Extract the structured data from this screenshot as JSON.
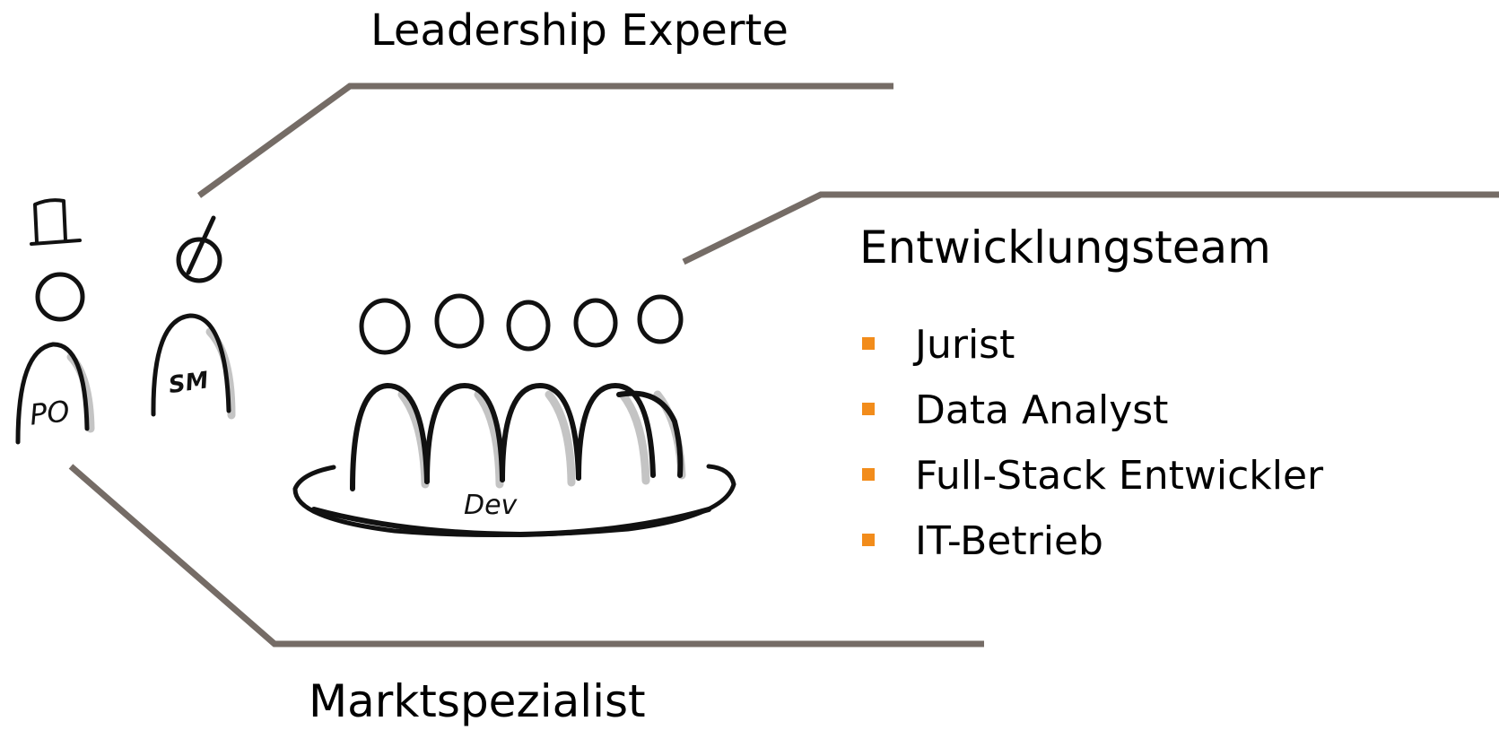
{
  "labels": {
    "leadership": "Leadership Experte",
    "market": "Marktspezialist"
  },
  "figures": {
    "po_tag": "PO",
    "sm_tag": "SM",
    "dev_tag": "Dev"
  },
  "team": {
    "title": "Entwicklungsteam",
    "roles": [
      "Jurist",
      "Data Analyst",
      "Full-Stack Entwickler",
      "IT-Betrieb"
    ]
  },
  "colors": {
    "connector": "#756c66",
    "bullet": "#f28c1b",
    "ink": "#111111",
    "shade": "#c4c4c4"
  }
}
